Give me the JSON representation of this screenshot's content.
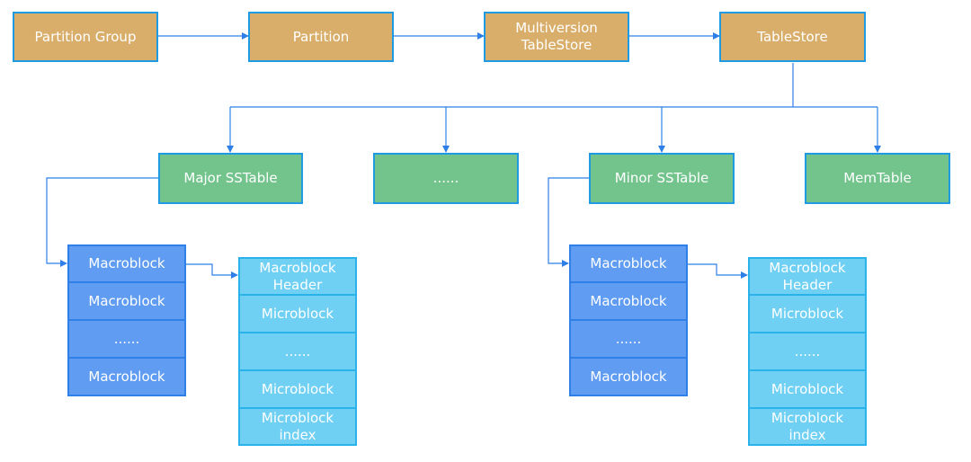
{
  "top_row": {
    "partition_group": "Partition Group",
    "partition": "Partition",
    "multiversion_tablestore": "Multiversion\nTableStore",
    "tablestore": "TableStore"
  },
  "second_row": {
    "major_sstable": "Major SSTable",
    "ellipsis": "......",
    "minor_sstable": "Minor SSTable",
    "memtable": "MemTable"
  },
  "left_macroblocks": [
    "Macroblock",
    "Macroblock",
    "......",
    "Macroblock"
  ],
  "left_detail": [
    "Macroblock\nHeader",
    "Microblock",
    "......",
    "Microblock",
    "Microblock\nindex"
  ],
  "right_macroblocks": [
    "Macroblock",
    "Macroblock",
    "......",
    "Macroblock"
  ],
  "right_detail": [
    "Macroblock\nHeader",
    "Microblock",
    "......",
    "Microblock",
    "Microblock\nindex"
  ],
  "colors": {
    "orange": "#d9ae6a",
    "green": "#72c48c",
    "blue": "#5f9cf2",
    "cyan": "#6fd0f4",
    "connector": "#2f7fe8"
  }
}
